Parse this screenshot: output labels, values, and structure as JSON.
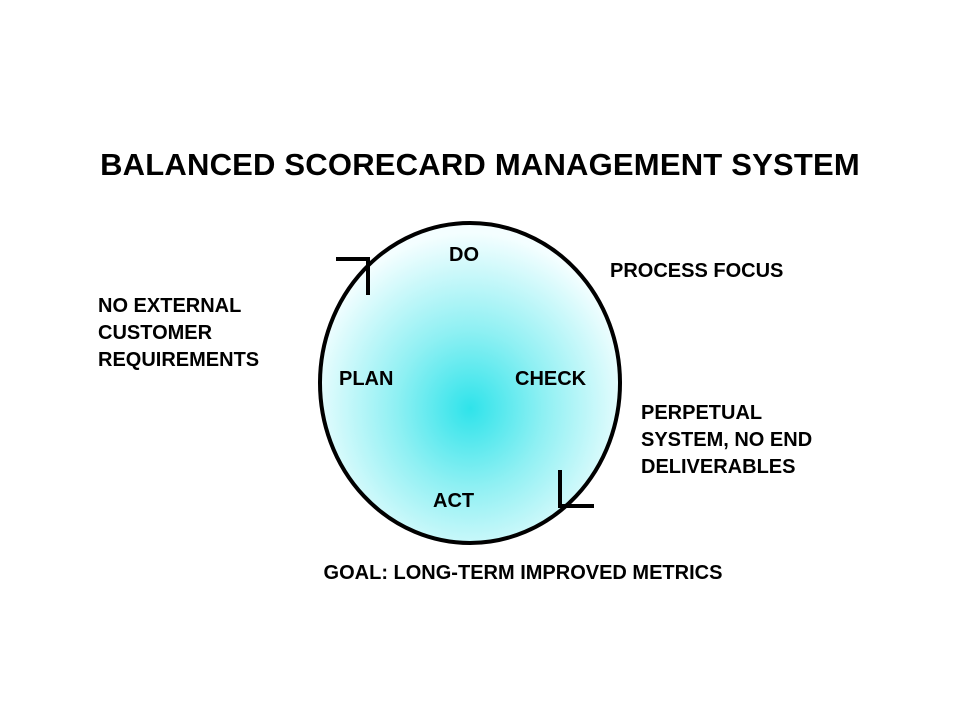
{
  "title": "BALANCED SCORECARD MANAGEMENT SYSTEM",
  "cycle": {
    "stages": {
      "do": "DO",
      "plan": "PLAN",
      "check": "CHECK",
      "act": "ACT"
    },
    "fill_center_color": "#2fe3ea",
    "fill_edge_color": "#f4feff",
    "outline_color": "#000000"
  },
  "notes": {
    "left_lines": [
      "NO EXTERNAL",
      "CUSTOMER",
      "REQUIREMENTS"
    ],
    "process_focus": "PROCESS FOCUS",
    "perpetual_lines": [
      "PERPETUAL",
      "SYSTEM, NO END",
      "DELIVERABLES"
    ],
    "goal": "GOAL: LONG-TERM IMPROVED METRICS"
  }
}
